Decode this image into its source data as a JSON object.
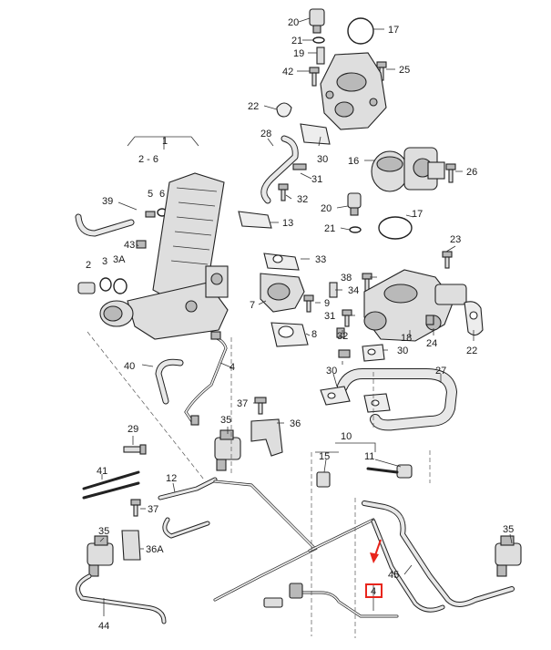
{
  "diagram": {
    "labels": {
      "p1": "1",
      "p2_6": "2 - 6",
      "p2": "2",
      "p3": "3",
      "p3a": "3A",
      "p4_sensor": "4",
      "p4_highlight": "4",
      "p5": "5",
      "p6": "6",
      "p10": "10",
      "p11": "11",
      "p12": "12",
      "p13": "13",
      "p15": "15",
      "p16": "16",
      "p17_top": "17",
      "p17_mid": "17",
      "p18": "18",
      "p19": "19",
      "p20_top": "20",
      "p20_mid": "20",
      "p21_top": "21",
      "p21_mid": "21",
      "p22_top": "22",
      "p22_right": "22",
      "p23": "23",
      "p24": "24",
      "p25": "25",
      "p26": "26",
      "p27": "27",
      "p28": "28",
      "p29": "29",
      "p30_top": "30",
      "p30_right": "30",
      "p30_pipe": "30",
      "p31_top": "31",
      "p31_mid": "31",
      "p32_top": "32",
      "p32_mid": "32",
      "p33": "33",
      "p34": "34",
      "p35_a": "35",
      "p35_b": "35",
      "p35_c": "35",
      "p36": "36",
      "p36a": "36A",
      "p37_a": "37",
      "p37_b": "37",
      "p38": "38",
      "p39": "39",
      "p40": "40",
      "p41": "41",
      "p42": "42",
      "p43": "43",
      "p44": "44",
      "p45": "45",
      "p7": "7",
      "p8": "8",
      "p9": "9"
    },
    "highlight_color": "#e8251c"
  }
}
